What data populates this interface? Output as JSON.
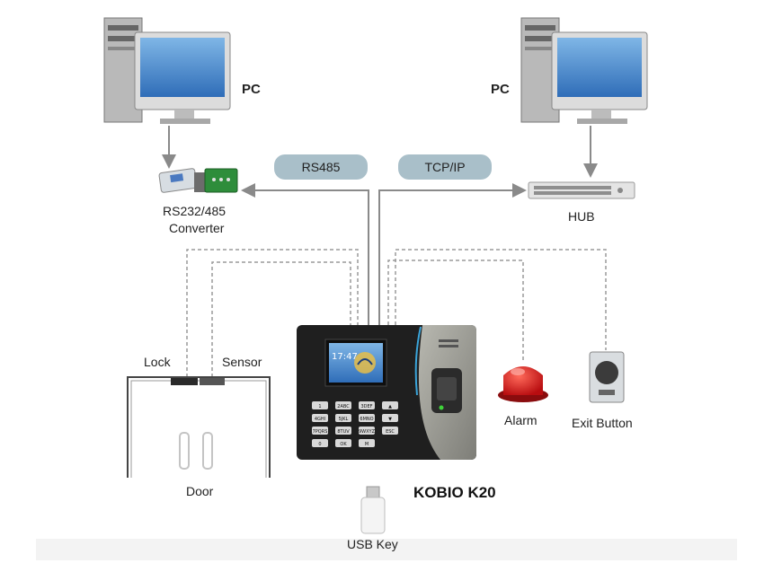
{
  "nodes": {
    "pc_left": "PC",
    "pc_right": "PC",
    "converter_line1": "RS232/485",
    "converter_line2": "Converter",
    "hub": "HUB",
    "lock": "Lock",
    "sensor": "Sensor",
    "door": "Door",
    "alarm": "Alarm",
    "exit_button": "Exit Button",
    "usb_key": "USB Key",
    "device_name": "KOBIO K20"
  },
  "links": {
    "rs485": "RS485",
    "tcpip": "TCP/IP"
  },
  "device_screen": {
    "time": "17:47"
  },
  "keypad": [
    "1",
    "2ABC",
    "3DEF",
    "▲",
    "4GHI",
    "5JKL",
    "6MNO",
    "▼",
    "7PQRS",
    "8TUV",
    "9WXYZ",
    "ESC",
    "0",
    "OK",
    "M"
  ],
  "colors": {
    "pill": "#a9bfc9",
    "wire": "#8a8a8a",
    "alarm": "#d0161b",
    "device_body": "#1f1f1f",
    "device_panel": "#9a9a92"
  }
}
